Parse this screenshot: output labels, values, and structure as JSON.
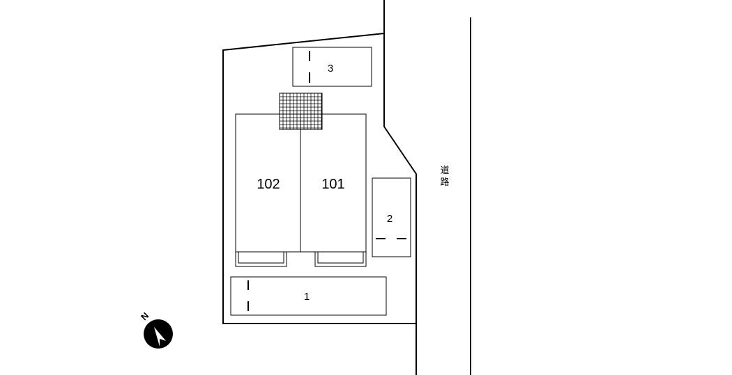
{
  "units": {
    "left": "102",
    "right": "101"
  },
  "parking": {
    "lot1": "1",
    "lot2": "2",
    "lot3": "3"
  },
  "road": {
    "char1": "道",
    "char2": "路"
  },
  "compass": {
    "letter": "N"
  }
}
